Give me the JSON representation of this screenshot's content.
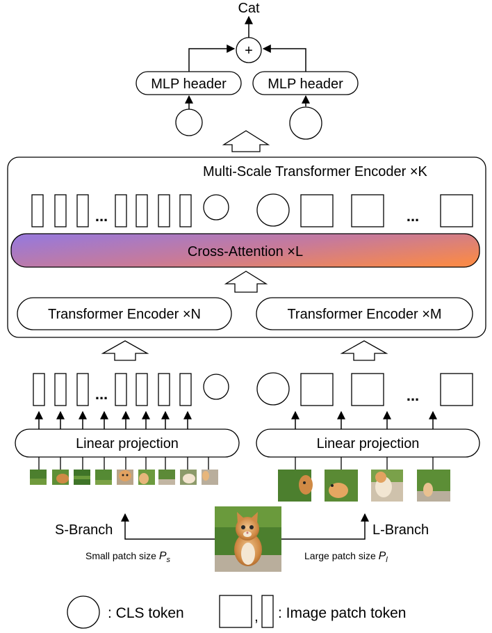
{
  "output_label": "Cat",
  "sum_symbol": "+",
  "heads": {
    "left_label": "MLP header",
    "right_label": "MLP header"
  },
  "encoder": {
    "title": "Multi-Scale Transformer Encoder ×K",
    "cross_attention_label": "Cross-Attention ×L",
    "left_encoder_label": "Transformer Encoder ×N",
    "right_encoder_label": "Transformer Encoder ×M",
    "gradient_colors": [
      "#9b79d6",
      "#c77a9a",
      "#f7894b"
    ]
  },
  "ellipsis": "...",
  "projection": {
    "left_label": "Linear projection",
    "right_label": "Linear projection"
  },
  "input": {
    "s_branch_label": "S-Branch",
    "l_branch_label": "L-Branch",
    "small_caption_text": "Small patch size ",
    "small_caption_var": "P",
    "small_caption_sub": "s",
    "large_caption_text": "Large patch size ",
    "large_caption_var": "P",
    "large_caption_sub": "l",
    "image_subject": "kitten on grass"
  },
  "legend": {
    "cls_label": ": CLS token",
    "separator": ",",
    "patch_label": ": Image patch token"
  },
  "colors": {
    "grass": "#4c7f2e",
    "kitten": "#d08a45",
    "stone": "#b9ae9c"
  }
}
